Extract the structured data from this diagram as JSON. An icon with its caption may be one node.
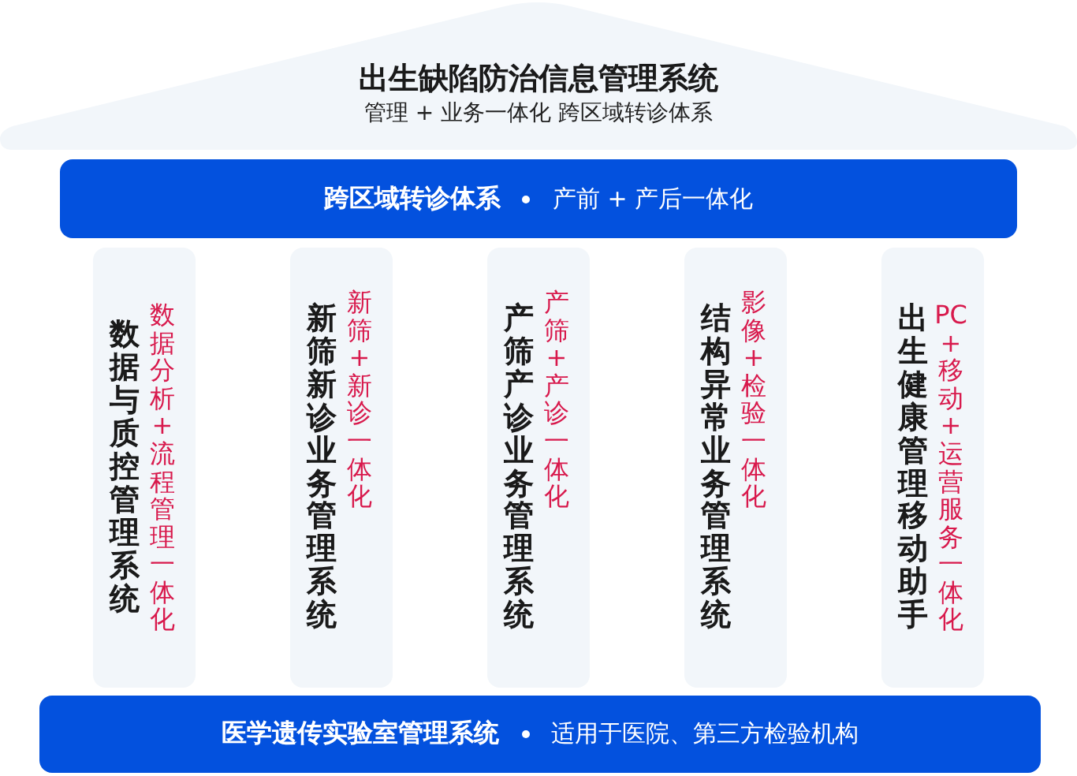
{
  "diagram": {
    "nodes": [
      {
        "text": [
          "出生缺陷防治信息管理系统",
          "管理 + 业务一体化 跨区域转诊体系"
        ]
      },
      {
        "text": [
          "跨区域转诊体系",
          "产前 + 产后一体化"
        ]
      },
      {
        "text": [
          "数据与质控管理系统",
          "数据分析+流程管理一体化"
        ]
      },
      {
        "text": [
          "新筛新诊业务管理系统",
          "新筛+新诊一体化"
        ]
      },
      {
        "text": [
          "产筛产诊业务管理系统",
          "产筛+产诊一体化"
        ]
      },
      {
        "text": [
          "结构异常业务管理系统",
          "影像+检验一体化"
        ]
      },
      {
        "text": [
          "出生健康管理移动助手",
          "PC+移动+运营服务一体化"
        ]
      },
      {
        "text": [
          "医学遗传实验室管理系统",
          "适用于医院、第三方检验机构"
        ]
      }
    ]
  }
}
